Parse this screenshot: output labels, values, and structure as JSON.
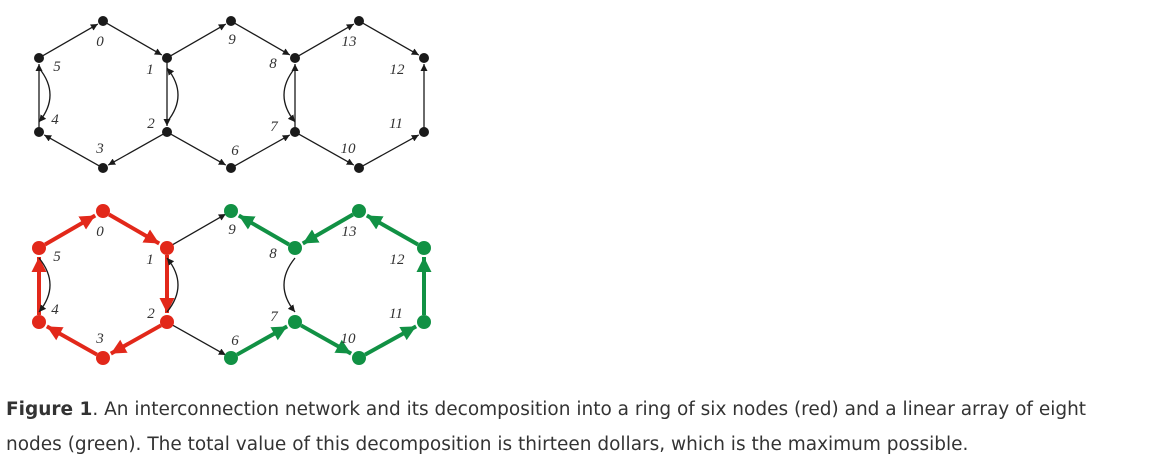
{
  "colors": {
    "default": "#1a1a1a",
    "ring": "#e2281a",
    "linear": "#119144"
  },
  "networks": [
    {
      "id": "original",
      "nodes": [
        {
          "id": 0,
          "label": "0"
        },
        {
          "id": 1,
          "label": "1"
        },
        {
          "id": 2,
          "label": "2"
        },
        {
          "id": 3,
          "label": "3"
        },
        {
          "id": 4,
          "label": "4"
        },
        {
          "id": 5,
          "label": "5"
        },
        {
          "id": 6,
          "label": "6"
        },
        {
          "id": 7,
          "label": "7"
        },
        {
          "id": 8,
          "label": "8"
        },
        {
          "id": 9,
          "label": "9"
        },
        {
          "id": 10,
          "label": "10"
        },
        {
          "id": 11,
          "label": "11"
        },
        {
          "id": 12,
          "label": "12"
        },
        {
          "id": 13,
          "label": "13"
        }
      ],
      "edges": [
        {
          "from": 0,
          "to": 1
        },
        {
          "from": 1,
          "to": 2
        },
        {
          "from": 2,
          "to": 1,
          "curved": true
        },
        {
          "from": 2,
          "to": 3
        },
        {
          "from": 3,
          "to": 4
        },
        {
          "from": 4,
          "to": 5
        },
        {
          "from": 5,
          "to": 4,
          "curved": true
        },
        {
          "from": 5,
          "to": 0
        },
        {
          "from": 1,
          "to": 9
        },
        {
          "from": 9,
          "to": 8
        },
        {
          "from": 2,
          "to": 6
        },
        {
          "from": 6,
          "to": 7
        },
        {
          "from": 7,
          "to": 8
        },
        {
          "from": 8,
          "to": 7,
          "curved": true
        },
        {
          "from": 8,
          "to": 13
        },
        {
          "from": 13,
          "to": 12
        },
        {
          "from": 11,
          "to": 12
        },
        {
          "from": 7,
          "to": 10
        },
        {
          "from": 10,
          "to": 11
        }
      ]
    },
    {
      "id": "decomposition",
      "nodes": [
        {
          "id": 0,
          "label": "0",
          "group": "ring"
        },
        {
          "id": 1,
          "label": "1",
          "group": "ring"
        },
        {
          "id": 2,
          "label": "2",
          "group": "ring"
        },
        {
          "id": 3,
          "label": "3",
          "group": "ring"
        },
        {
          "id": 4,
          "label": "4",
          "group": "ring"
        },
        {
          "id": 5,
          "label": "5",
          "group": "ring"
        },
        {
          "id": 6,
          "label": "6",
          "group": "linear"
        },
        {
          "id": 7,
          "label": "7",
          "group": "linear"
        },
        {
          "id": 8,
          "label": "8",
          "group": "linear"
        },
        {
          "id": 9,
          "label": "9",
          "group": "linear"
        },
        {
          "id": 10,
          "label": "10",
          "group": "linear"
        },
        {
          "id": 11,
          "label": "11",
          "group": "linear"
        },
        {
          "id": 12,
          "label": "12",
          "group": "linear"
        },
        {
          "id": 13,
          "label": "13",
          "group": "linear"
        }
      ],
      "edges": [
        {
          "from": 0,
          "to": 1,
          "group": "ring"
        },
        {
          "from": 1,
          "to": 2,
          "group": "ring"
        },
        {
          "from": 2,
          "to": 3,
          "group": "ring"
        },
        {
          "from": 3,
          "to": 4,
          "group": "ring"
        },
        {
          "from": 4,
          "to": 5,
          "group": "ring"
        },
        {
          "from": 5,
          "to": 0,
          "group": "ring"
        },
        {
          "from": 2,
          "to": 1,
          "curved": true
        },
        {
          "from": 5,
          "to": 4,
          "curved": true
        },
        {
          "from": 1,
          "to": 9
        },
        {
          "from": 2,
          "to": 6
        },
        {
          "from": 6,
          "to": 7,
          "group": "linear"
        },
        {
          "from": 7,
          "to": 10,
          "group": "linear"
        },
        {
          "from": 10,
          "to": 11,
          "group": "linear"
        },
        {
          "from": 11,
          "to": 12,
          "group": "linear"
        },
        {
          "from": 12,
          "to": 13,
          "group": "linear"
        },
        {
          "from": 13,
          "to": 8,
          "group": "linear"
        },
        {
          "from": 8,
          "to": 9,
          "group": "linear"
        },
        {
          "from": 8,
          "to": 7,
          "curved": true
        }
      ]
    }
  ],
  "caption": {
    "label": "Figure 1",
    "text": ". An interconnection network and its decomposition into a ring of six nodes (red) and a linear array of eight nodes (green). The total value of this decomposition is thirteen dollars, which is the maximum possible."
  }
}
